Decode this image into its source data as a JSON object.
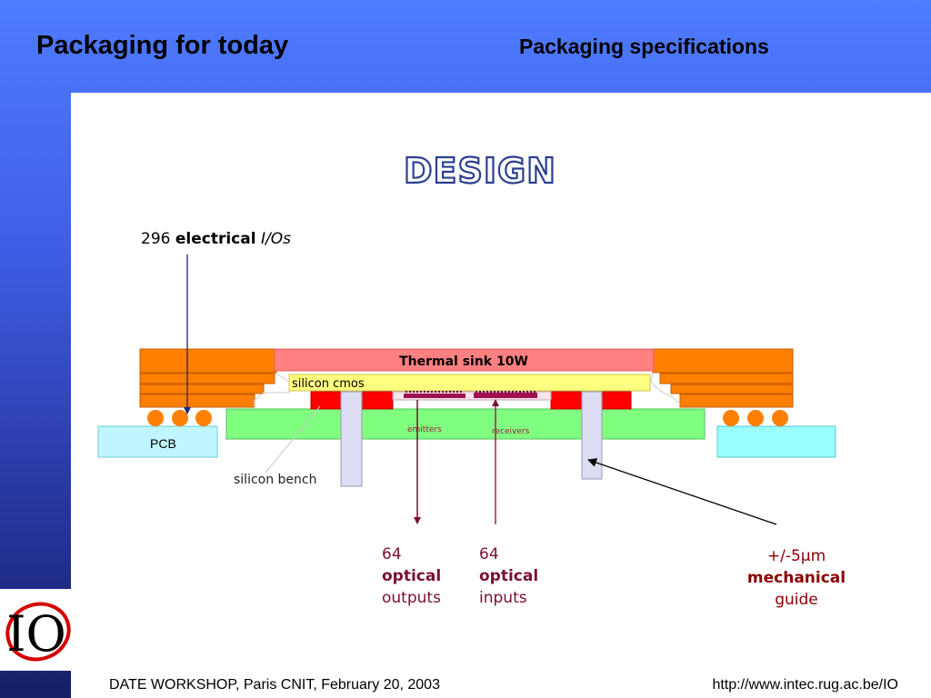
{
  "header": {
    "title": "Packaging  for today",
    "subtitle": "Packaging specifications"
  },
  "design_heading": "DESIGN",
  "labels": {
    "electrical_count": "296",
    "electrical_word": "electrical",
    "electrical_unit": "I/Os",
    "thermal_sink": "Thermal sink 10W",
    "silicon_cmos": "silicon cmos",
    "emitters": "emitters",
    "receivers": "receivers",
    "pcb": "PCB",
    "silicon_bench": "silicon bench"
  },
  "outputs": {
    "count": "64",
    "kind": "optical",
    "word": "outputs"
  },
  "inputs": {
    "count": "64",
    "kind": "optical",
    "word": "inputs"
  },
  "guide": {
    "tolerance": "+/-5μm",
    "kind": "mechanical",
    "word": "guide"
  },
  "footer": {
    "left": "DATE WORKSHOP, Paris CNIT, February 20, 2003",
    "right": "http://www.intec.rug.ac.be/IO"
  },
  "logo": {
    "text": "IO"
  },
  "colors": {
    "header_blue": "#4f7cff",
    "orange": "#ff7f00",
    "thermal_sink": "#ff8080",
    "cmos_yellow": "#ffff80",
    "bench_green": "#80ff80",
    "pcb_cyan": "#99ffff",
    "solder": "#ff7f00",
    "arrow_navy": "#1a2a7a",
    "arrow_maroon": "#7a1030"
  }
}
